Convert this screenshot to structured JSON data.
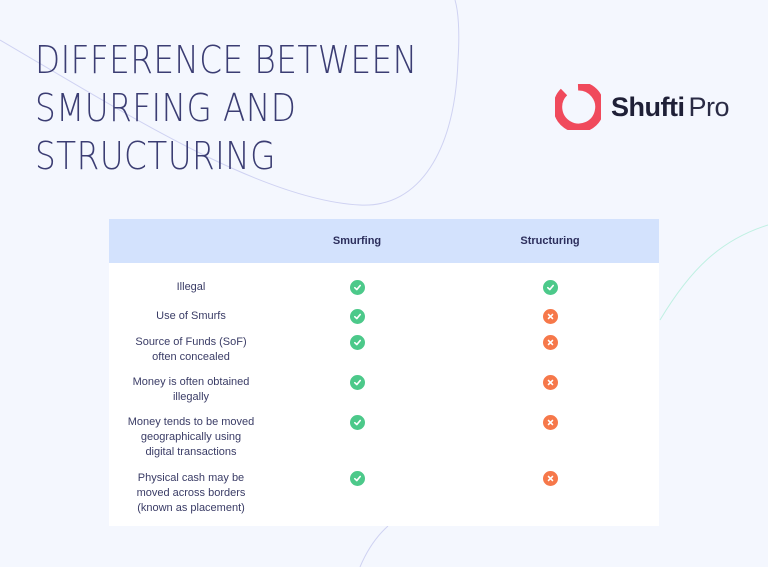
{
  "title": {
    "lines": [
      "DIFFERENCE BETWEEN",
      "SMURFING AND",
      "STRUCTURING"
    ]
  },
  "logo": {
    "brand_bold": "Shufti",
    "brand_light": "Pro",
    "accent_color": "#f04a5c"
  },
  "table": {
    "headers": [
      "",
      "Smurfing",
      "Structuring"
    ],
    "rows": [
      {
        "label": "Illegal",
        "smurfing": "check",
        "structuring": "check"
      },
      {
        "label": "Use of Smurfs",
        "smurfing": "check",
        "structuring": "cross"
      },
      {
        "label": "Source of Funds (SoF) often concealed",
        "smurfing": "check",
        "structuring": "cross"
      },
      {
        "label": "Money is often obtained illegally",
        "smurfing": "check",
        "structuring": "cross"
      },
      {
        "label": "Money tends to be moved geographically using digital transactions",
        "smurfing": "check",
        "structuring": "cross"
      },
      {
        "label": "Physical cash may be moved across borders (known as placement)",
        "smurfing": "check",
        "structuring": "cross"
      }
    ],
    "row_lines": [
      [
        "Illegal"
      ],
      [
        "Use of Smurfs"
      ],
      [
        "Source of Funds (SoF)",
        "often concealed"
      ],
      [
        "Money is often obtained",
        "illegally"
      ],
      [
        "Money tends to be moved",
        "geographically using",
        "digital transactions"
      ],
      [
        "Physical cash may be",
        "moved across borders",
        "(known as placement)"
      ]
    ]
  },
  "colors": {
    "check": "#4cc98a",
    "cross": "#f6784a",
    "header_bg": "#d3e2fd",
    "title": "#3b3d73",
    "background": "#f4f7fe"
  }
}
